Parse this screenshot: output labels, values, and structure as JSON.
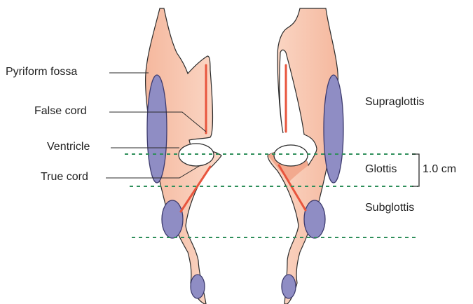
{
  "labels": {
    "pyriform_fossa": "Pyriform fossa",
    "false_cord": "False cord",
    "ventricle": "Ventricle",
    "true_cord": "True cord",
    "supraglottis": "Supraglottis",
    "glottis": "Glottis",
    "subglottis": "Subglottis",
    "glottis_height": "1.0 cm"
  },
  "colors": {
    "tissue_fill": "#f7c3ac",
    "tissue_stroke": "#2b2b2b",
    "cartilage_fill": "#8f8dc4",
    "cartilage_stroke": "#3d3b6e",
    "muscle_line": "#e8553d",
    "region_divider": "#2f8f5b"
  }
}
